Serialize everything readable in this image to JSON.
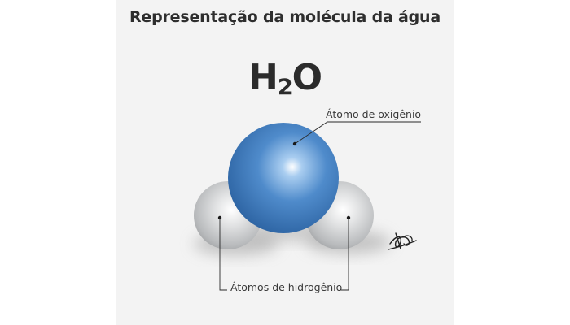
{
  "title": "Representação da molécula da água",
  "formula": {
    "main": "H",
    "subscript": "2",
    "tail": "O"
  },
  "labels": {
    "oxygen": "Átomo de oxigênio",
    "hydrogen": "Átomos de hidrogênio"
  },
  "colors": {
    "oxygen": "#3f7cc0",
    "hydrogen": "#c4c6c8",
    "panel": "#f3f3f3",
    "text": "#2e2e2e"
  },
  "icons": [
    "author-signature-icon"
  ]
}
